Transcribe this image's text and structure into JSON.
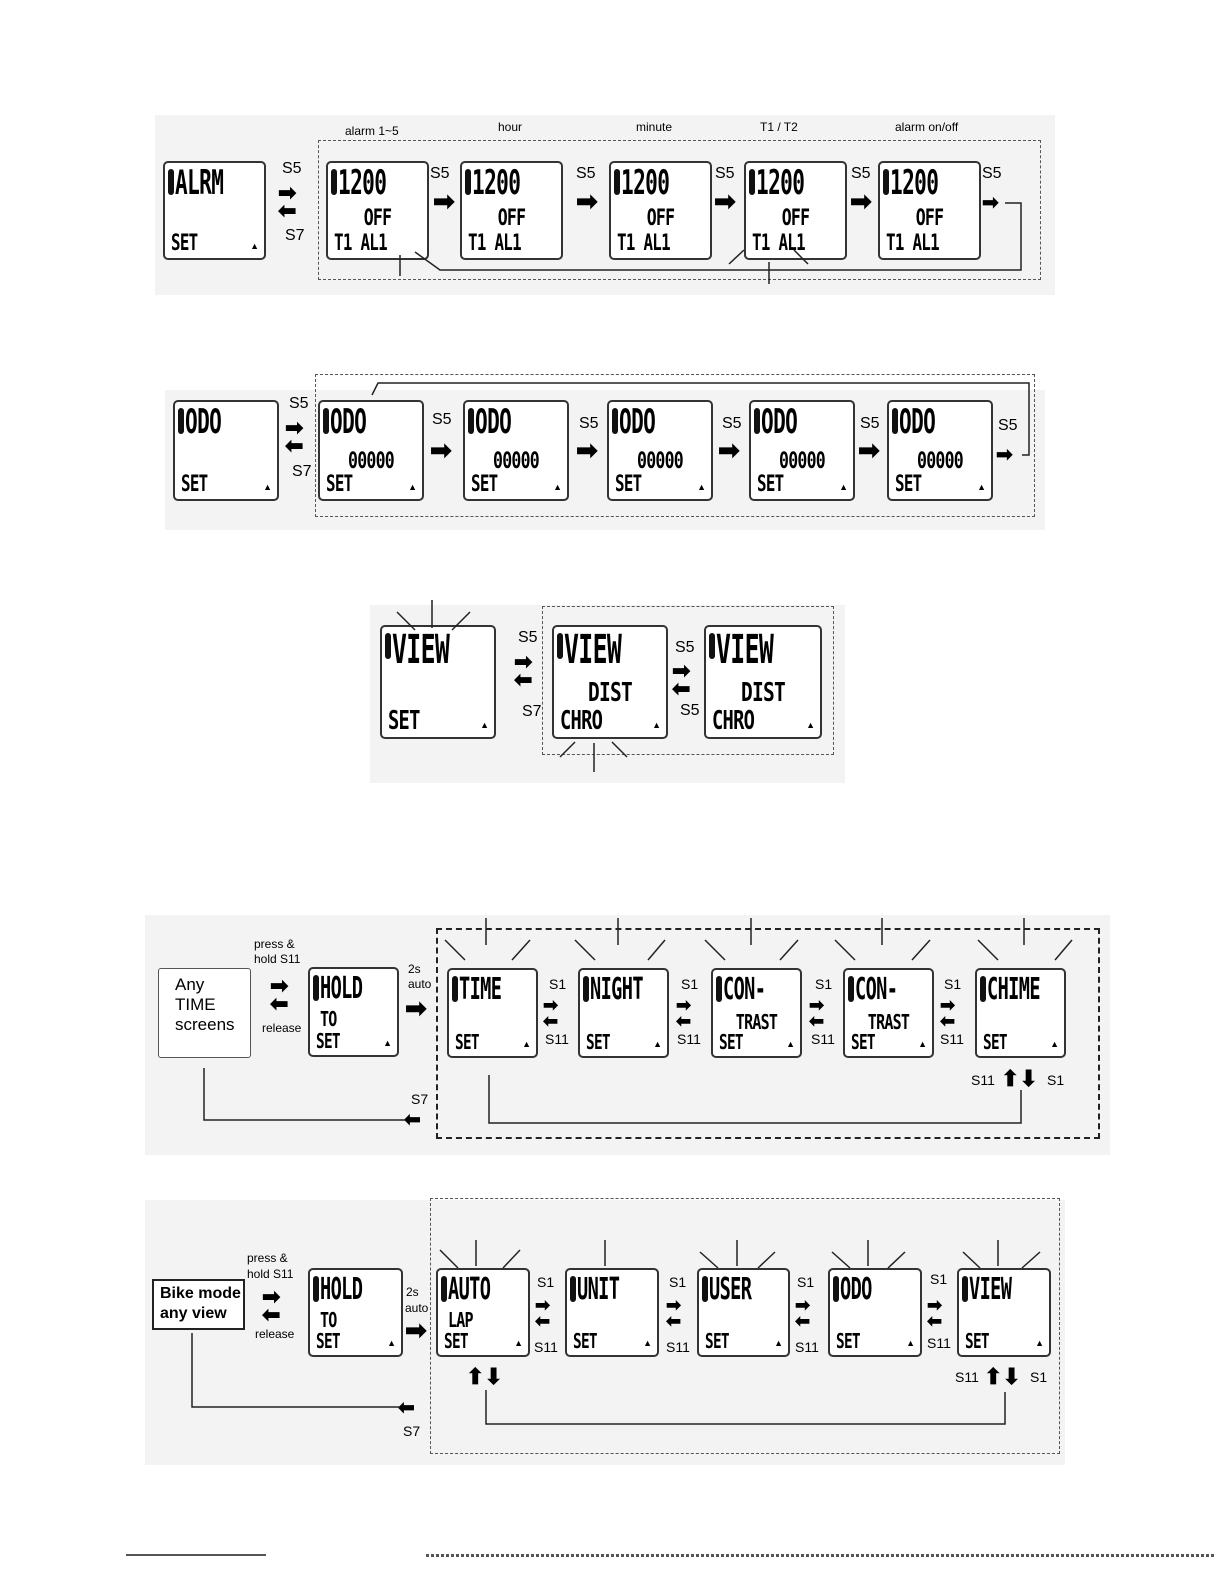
{
  "section1": {
    "step_labels": [
      "alarm 1~5",
      "hour",
      "minute",
      "T1 / T2",
      "alarm on/off"
    ],
    "entry": {
      "l1": "ALRM",
      "l3": "SET"
    },
    "screens": [
      {
        "l1": "1200",
        "l2": "OFF",
        "l3": "T1 AL1"
      },
      {
        "l1": "1200",
        "l2": "OFF",
        "l3": "T1 AL1"
      },
      {
        "l1": "1200",
        "l2": "OFF",
        "l3": "T1 AL1"
      },
      {
        "l1": "1200",
        "l2": "OFF",
        "l3": "T1 AL1"
      },
      {
        "l1": "1200",
        "l2": "OFF",
        "l3": "T1 AL1"
      }
    ],
    "buttons": {
      "fwd": "S5",
      "back": "S7"
    }
  },
  "section2": {
    "entry": {
      "l1": "ODO",
      "l3": "SET"
    },
    "screens": [
      {
        "l1": "ODO",
        "l2": "00000",
        "l3": "SET"
      },
      {
        "l1": "ODO",
        "l2": "00000",
        "l3": "SET"
      },
      {
        "l1": "ODO",
        "l2": "00000",
        "l3": "SET"
      },
      {
        "l1": "ODO",
        "l2": "00000",
        "l3": "SET"
      },
      {
        "l1": "ODO",
        "l2": "00000",
        "l3": "SET"
      }
    ],
    "buttons": {
      "fwd": "S5",
      "back": "S7"
    }
  },
  "section3": {
    "entry": {
      "l1": "VIEW",
      "l3": "SET"
    },
    "screens": [
      {
        "l1": "VIEW",
        "l2": "DIST",
        "l3": "CHRO"
      },
      {
        "l1": "VIEW",
        "l2": "DIST",
        "l3": "CHRO"
      }
    ],
    "buttons": {
      "fwd": "S5",
      "back": "S7"
    }
  },
  "section4": {
    "any_screen": [
      "Any",
      "TIME",
      "screens"
    ],
    "press_hold": [
      "press &",
      "hold S11"
    ],
    "release": "release",
    "auto": [
      "2s",
      "auto"
    ],
    "hold": {
      "l1": "HOLD",
      "l2": "TO",
      "l3": "SET"
    },
    "screens": [
      {
        "l1": "TIME",
        "l2": "",
        "l3": "SET"
      },
      {
        "l1": "NIGHT",
        "l2": "",
        "l3": "SET"
      },
      {
        "l1": "CON-",
        "l2": "TRAST",
        "l3": "SET"
      },
      {
        "l1": "CON-",
        "l2": "TRAST",
        "l3": "SET"
      },
      {
        "l1": "CHIME",
        "l2": "",
        "l3": "SET"
      }
    ],
    "buttons": {
      "next": "S1",
      "prev": "S11",
      "exit": "S7"
    }
  },
  "section5": {
    "bike_mode": [
      "Bike mode",
      "any view"
    ],
    "press_hold": [
      "press &",
      "hold S11"
    ],
    "release": "release",
    "auto": [
      "2s",
      "auto"
    ],
    "hold": {
      "l1": "HOLD",
      "l2": "TO",
      "l3": "SET"
    },
    "screens": [
      {
        "l1": "AUTO",
        "l2": "LAP",
        "l3": "SET"
      },
      {
        "l1": "UNIT",
        "l2": "",
        "l3": "SET"
      },
      {
        "l1": "USER",
        "l2": "",
        "l3": "SET"
      },
      {
        "l1": "ODO",
        "l2": "",
        "l3": "SET"
      },
      {
        "l1": "VIEW",
        "l2": "",
        "l3": "SET"
      }
    ],
    "buttons": {
      "next": "S1",
      "prev": "S11",
      "exit": "S7"
    }
  }
}
